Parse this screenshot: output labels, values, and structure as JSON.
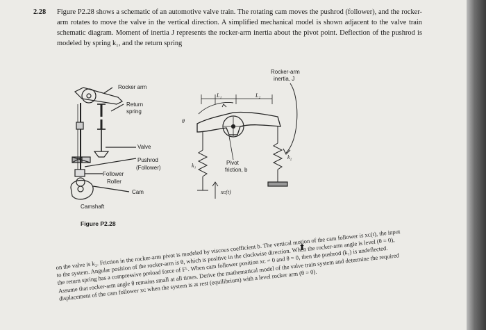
{
  "problem": {
    "number": "2.28",
    "text": "Figure P2.28 shows a schematic of an automotive valve train. The rotating cam moves the pushrod (follower), and the rocker-arm rotates to move the valve in the vertical direction. A simplified mechanical model is shown adjacent to the valve train schematic diagram. Moment of inertia J represents the rocker-arm inertia about the pivot point. Deflection of the pushrod is modeled by spring k₁, and the return spring"
  },
  "figure": {
    "labels": {
      "rocker_arm": "Rocker arm",
      "return_spring_1": "Return",
      "return_spring_2": "spring",
      "valve": "Valve",
      "pushrod_1": "Pushrod",
      "pushrod_2": "(Follower)",
      "follower": "Follower",
      "roller": "Roller",
      "cam": "Cam",
      "camshaft": "Camshaft",
      "rocker_inertia_1": "Rocker-arm",
      "rocker_inertia_2": "inertia, J",
      "L1": "L₁",
      "L2": "L₂",
      "theta": "θ",
      "pivot_1": "Pivot",
      "pivot_2": "friction, b",
      "k1": "k₁",
      "k2": "k₂",
      "xc": "xᴄ(t)"
    },
    "caption": "Figure P2.28"
  },
  "continuation": {
    "text": "on the valve is k₂. Friction in the rocker-arm pivot is modeled by viscous coefficient b. The vertical motion of the cam follower is xᴄ(t), the input to the system. Angular position of the rocker-arm is θ, which is positive in the clockwise direction. When the rocker-arm angle is level (θ = 0), the return spring has a compressive preload force of Fᴸ. When cam follower position xᴄ = 0 and θ = 0, then the pushrod (k₁) is undeflected. Assume that rocker-arm angle θ remains small at all times. Derive the mathematical model of the valve train system and determine the required displacement of the cam follower xᴄ when the system is at rest (equilibrium) with a level rocker arm (θ = 0)."
  }
}
